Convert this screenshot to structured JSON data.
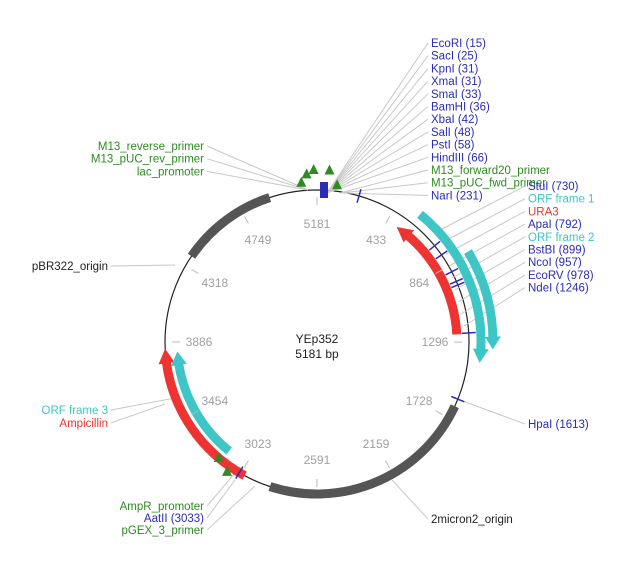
{
  "plasmid": {
    "name": "YEp352",
    "size_label": "5181 bp",
    "length": 5181,
    "scale_ticks": [
      "5181",
      "433",
      "864",
      "1296",
      "1728",
      "2159",
      "2591",
      "3023",
      "3454",
      "3886",
      "4318",
      "4749"
    ]
  },
  "colors": {
    "enzyme": "#2b2bb8",
    "promoter": "#2e8b22",
    "orf": "#3ec6c6",
    "marker": "#ee3333",
    "origin": "#555555",
    "black": "#222222",
    "backbone": "#222222"
  },
  "labels_top": [
    {
      "text": "EcoRI (15)",
      "kind": "enzyme"
    },
    {
      "text": "SacI (25)",
      "kind": "enzyme"
    },
    {
      "text": "KpnI (31)",
      "kind": "enzyme"
    },
    {
      "text": "XmaI (31)",
      "kind": "enzyme"
    },
    {
      "text": "SmaI (33)",
      "kind": "enzyme"
    },
    {
      "text": "BamHI (36)",
      "kind": "enzyme"
    },
    {
      "text": "XbaI (42)",
      "kind": "enzyme"
    },
    {
      "text": "SalI (48)",
      "kind": "enzyme"
    },
    {
      "text": "PstI (58)",
      "kind": "enzyme"
    },
    {
      "text": "HindIII (66)",
      "kind": "enzyme"
    },
    {
      "text": "M13_forward20_primer",
      "kind": "promoter"
    },
    {
      "text": "M13_pUC_fwd_primer",
      "kind": "promoter"
    },
    {
      "text": "NarI (231)",
      "kind": "enzyme"
    }
  ],
  "labels_right": [
    {
      "text": "StuI (730)",
      "kind": "enzyme"
    },
    {
      "text": "ORF frame 1",
      "kind": "orf"
    },
    {
      "text": "URA3",
      "kind": "marker"
    },
    {
      "text": "ApaI (792)",
      "kind": "enzyme"
    },
    {
      "text": "ORF frame 2",
      "kind": "orf"
    },
    {
      "text": "BstBI (899)",
      "kind": "enzyme"
    },
    {
      "text": "NcoI (957)",
      "kind": "enzyme"
    },
    {
      "text": "EcoRV (978)",
      "kind": "enzyme"
    },
    {
      "text": "NdeI (1246)",
      "kind": "enzyme"
    }
  ],
  "labels_left_top": [
    {
      "text": "M13_reverse_primer",
      "kind": "promoter"
    },
    {
      "text": "M13_pUC_rev_primer",
      "kind": "promoter"
    },
    {
      "text": "lac_promoter",
      "kind": "promoter"
    }
  ],
  "labels_misc": [
    {
      "text": "pBR322_origin",
      "kind": "black"
    },
    {
      "text": "ORF frame 3",
      "kind": "orf"
    },
    {
      "text": "Ampicillin",
      "kind": "marker"
    },
    {
      "text": "HpaI (1613)",
      "kind": "enzyme"
    },
    {
      "text": "2micron2_origin",
      "kind": "black"
    },
    {
      "text": "AmpR_promoter",
      "kind": "promoter"
    },
    {
      "text": "AatII (3033)",
      "kind": "enzyme"
    },
    {
      "text": "pGEX_3_primer",
      "kind": "promoter"
    }
  ]
}
